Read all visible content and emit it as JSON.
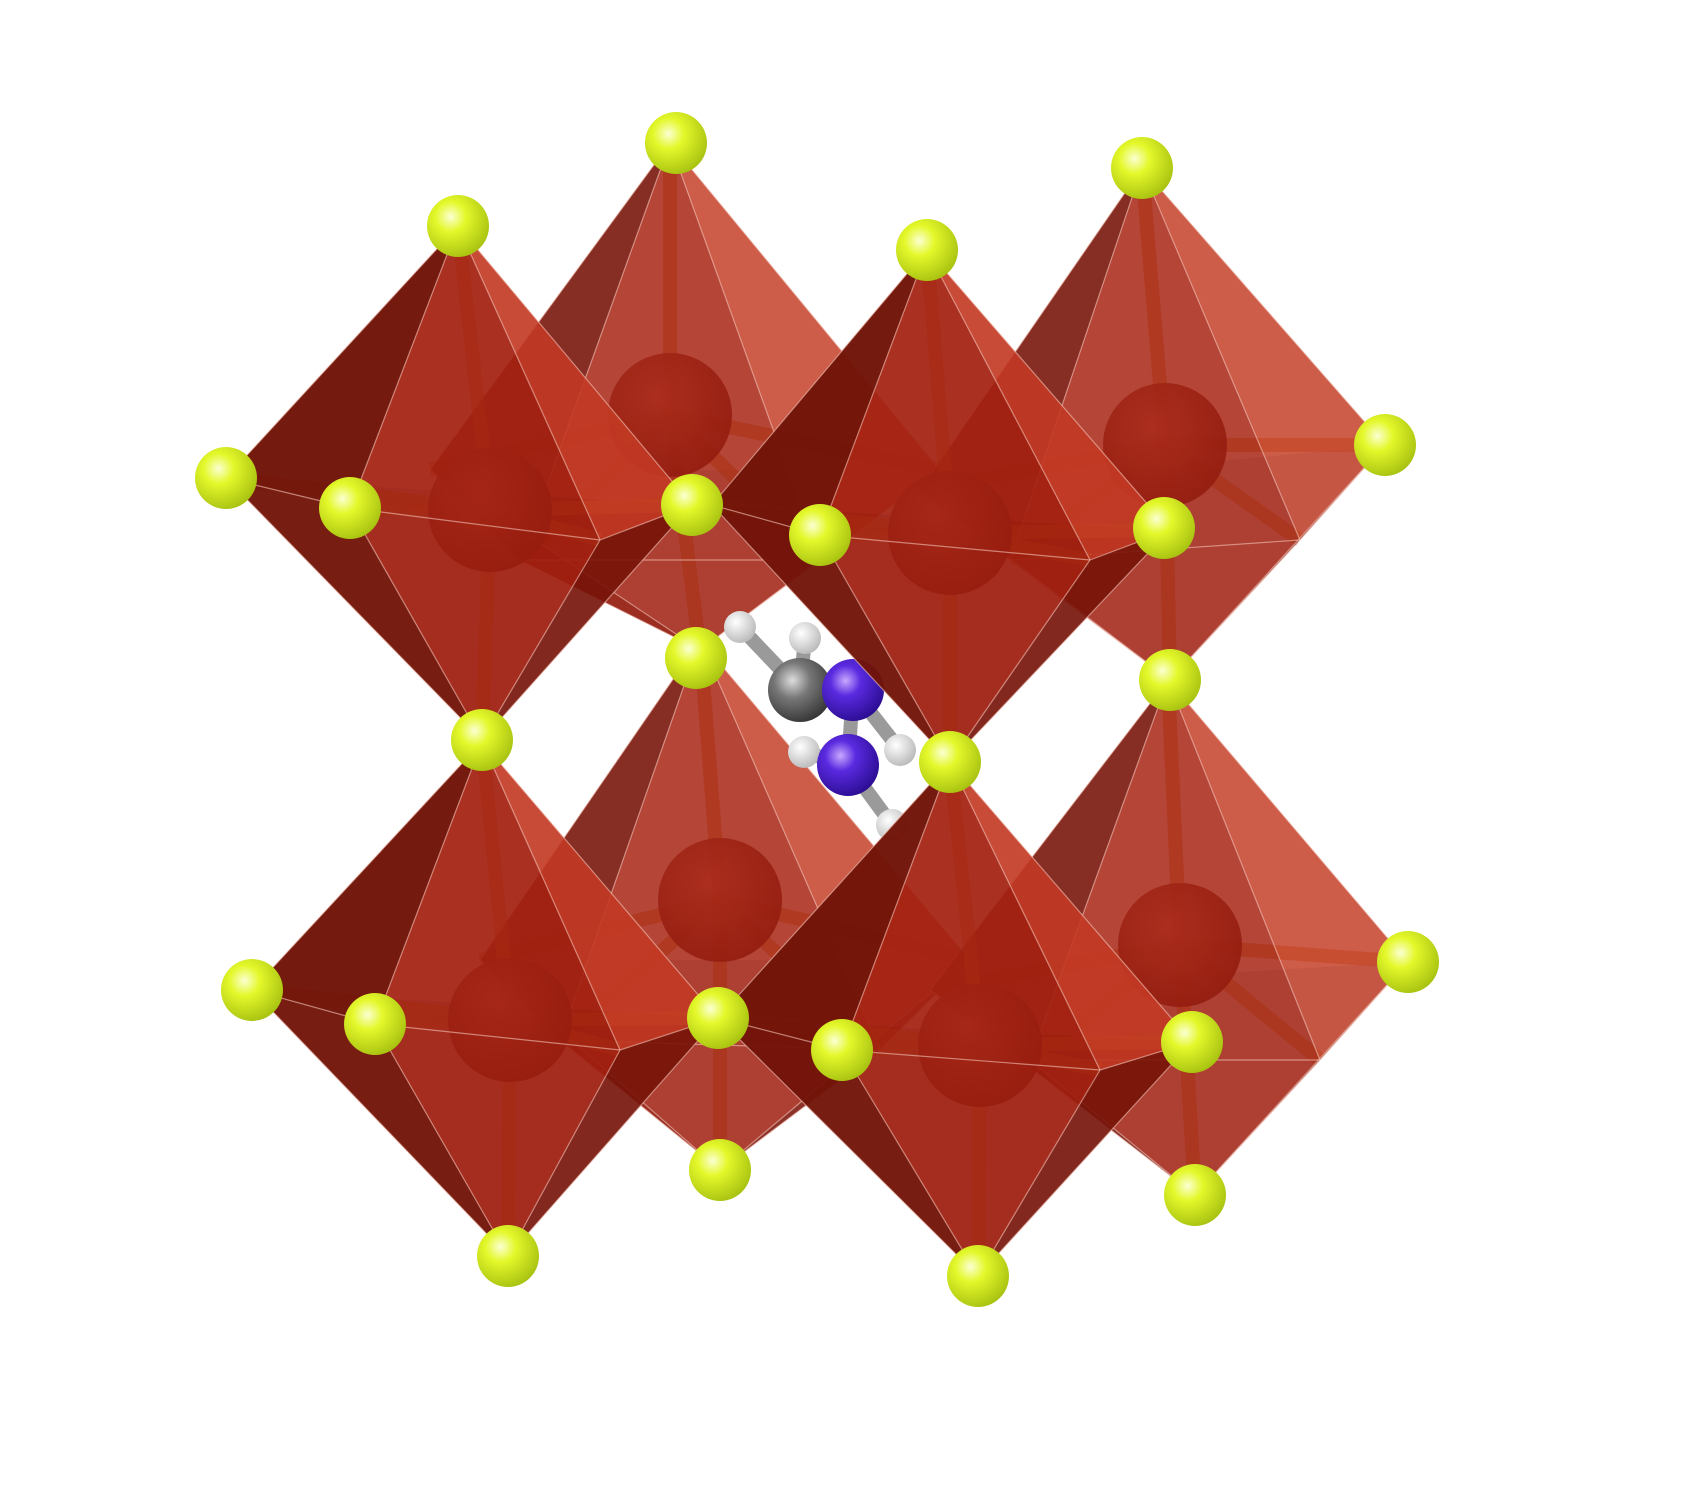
{
  "structure": {
    "type": "perovskite-octahedra",
    "octahedra_count": 8,
    "visible_text": []
  },
  "colors": {
    "background": "#ffffff",
    "octahedron_face": "#9e1d0e",
    "octahedron_face_light": "#c23a24",
    "octahedron_face_dark": "#6e1208",
    "octahedron_edge": "#f3c4b8",
    "metal_atom": "#9a2a1c",
    "metal_bond": "#c8561a",
    "halide_atom": "#d6f21c",
    "halide_atom_highlight": "#f6ffb0",
    "carbon_atom": "#6e6e6e",
    "nitrogen_atom": "#4a1fd4",
    "hydrogen_atom": "#eeeeee"
  },
  "legend": {
    "halide": "halide-atom",
    "metal": "metal-center-atom",
    "carbon": "carbon-atom",
    "nitrogen": "nitrogen-atom",
    "hydrogen": "hydrogen-atom"
  }
}
